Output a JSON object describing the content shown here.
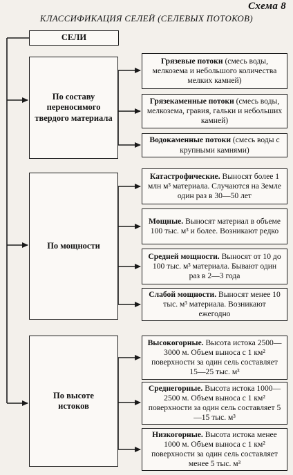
{
  "scheme_label": "Схема 8",
  "title": "КЛАССИФИКАЦИЯ СЕЛЕЙ (СЕЛЕВЫХ ПОТОКОВ)",
  "root": "СЕЛИ",
  "categories": [
    {
      "label": "По составу переносимого твердого материала",
      "items": [
        {
          "bold": "Грязевые потоки",
          "text": " (смесь воды, мелкозема и небольшого количества мелких камней)"
        },
        {
          "bold": "Грязекаменные потоки",
          "text": " (смесь воды, мелкозема, гравия, гальки и небольших камней)"
        },
        {
          "bold": "Водокаменные потоки",
          "text": " (смесь воды с крупными камнями)"
        }
      ]
    },
    {
      "label": "По мощности",
      "items": [
        {
          "bold": "Катастрофические.",
          "text": " Выносят более 1 млн м³ материала. Случаются на Земле один раз в 30—50 лет"
        },
        {
          "bold": "Мощные.",
          "text": " Выносят материал в объеме 100 тыс. м³ и более. Возникают редко"
        },
        {
          "bold": "Средней мощности.",
          "text": " Выносят от 10 до 100 тыс. м³ материала. Бывают один раз в 2—3 года"
        },
        {
          "bold": "Слабой мощности.",
          "text": " Выносят менее 10 тыс. м³ материала. Возникают ежегодно"
        }
      ]
    },
    {
      "label": "По высоте истоков",
      "items": [
        {
          "bold": "Высокогорные.",
          "text": " Высота истока 2500—3000 м. Объем выноса с 1 км² поверхности за один сель составляет 15—25 тыс. м³"
        },
        {
          "bold": "Среднегорные.",
          "text": " Высота истока 1000—2500 м. Объем выноса с 1 км² поверхности за один сель составляет 5—15 тыс. м³"
        },
        {
          "bold": "Низкогорные.",
          "text": " Высота истока менее 1000 м. Объем выноса с 1 км² поверхности за один сель составляет менее 5 тыс. м³"
        }
      ]
    }
  ]
}
